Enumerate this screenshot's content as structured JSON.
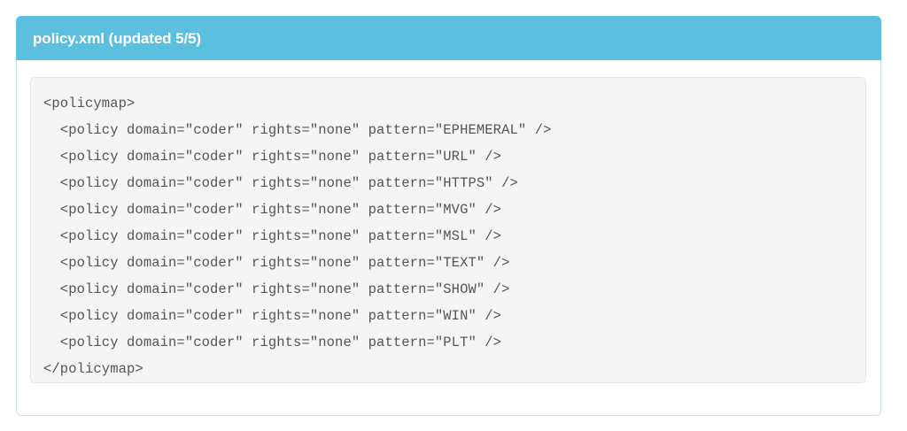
{
  "panel": {
    "title": "policy.xml (updated 5/5)",
    "header_color": "#5bbfdf",
    "border_color": "#bfe4f2",
    "code_background": "#f5f5f5",
    "code_text_color": "#555555"
  },
  "code": {
    "language": "xml",
    "lines": [
      "<policymap>",
      "  <policy domain=\"coder\" rights=\"none\" pattern=\"EPHEMERAL\" />",
      "  <policy domain=\"coder\" rights=\"none\" pattern=\"URL\" />",
      "  <policy domain=\"coder\" rights=\"none\" pattern=\"HTTPS\" />",
      "  <policy domain=\"coder\" rights=\"none\" pattern=\"MVG\" />",
      "  <policy domain=\"coder\" rights=\"none\" pattern=\"MSL\" />",
      "  <policy domain=\"coder\" rights=\"none\" pattern=\"TEXT\" />",
      "  <policy domain=\"coder\" rights=\"none\" pattern=\"SHOW\" />",
      "  <policy domain=\"coder\" rights=\"none\" pattern=\"WIN\" />",
      "  <policy domain=\"coder\" rights=\"none\" pattern=\"PLT\" />",
      "</policymap>"
    ],
    "text": "<policymap>\n  <policy domain=\"coder\" rights=\"none\" pattern=\"EPHEMERAL\" />\n  <policy domain=\"coder\" rights=\"none\" pattern=\"URL\" />\n  <policy domain=\"coder\" rights=\"none\" pattern=\"HTTPS\" />\n  <policy domain=\"coder\" rights=\"none\" pattern=\"MVG\" />\n  <policy domain=\"coder\" rights=\"none\" pattern=\"MSL\" />\n  <policy domain=\"coder\" rights=\"none\" pattern=\"TEXT\" />\n  <policy domain=\"coder\" rights=\"none\" pattern=\"SHOW\" />\n  <policy domain=\"coder\" rights=\"none\" pattern=\"WIN\" />\n  <policy domain=\"coder\" rights=\"none\" pattern=\"PLT\" />\n</policymap>"
  }
}
